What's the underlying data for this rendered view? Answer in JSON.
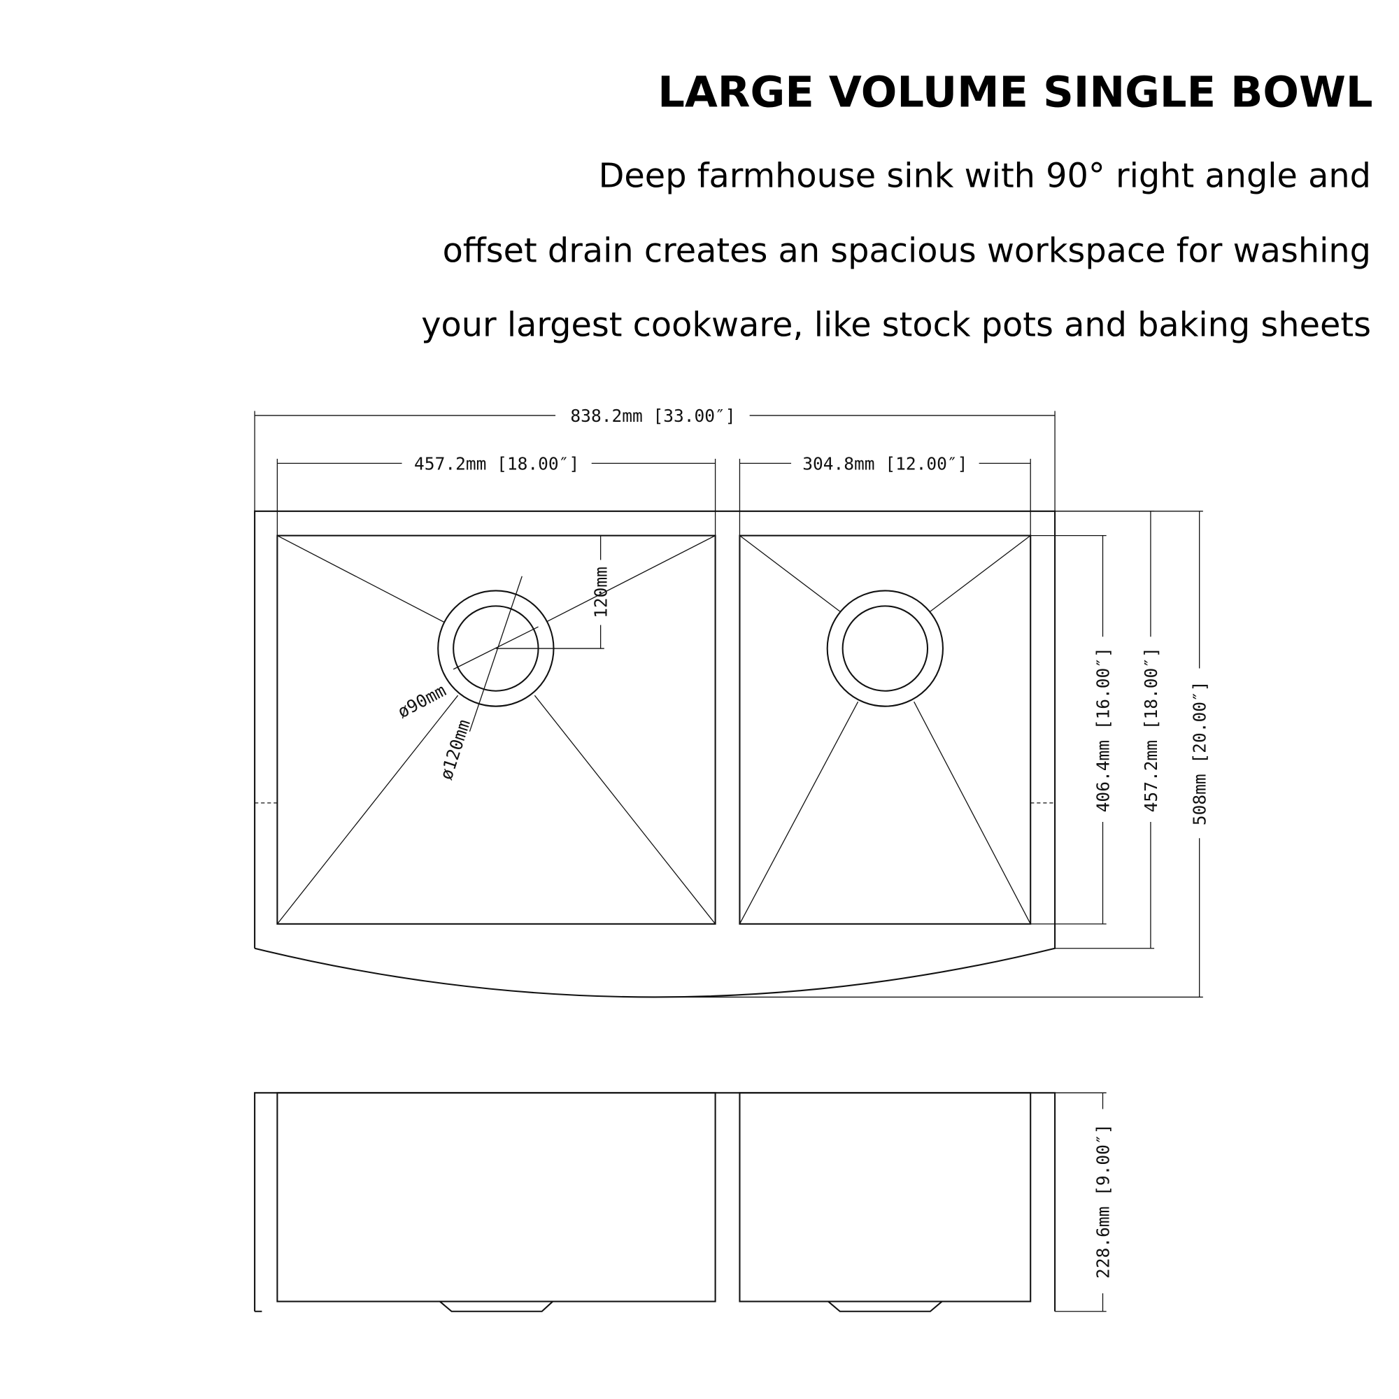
{
  "header": {
    "title": "LARGE VOLUME SINGLE BOWL",
    "description_lines": [
      "Deep farmhouse sink with 90° right angle and",
      "offset drain creates an spacious workspace for washing",
      "your largest cookware, like stock pots and baking sheets"
    ]
  },
  "dimensions": {
    "overall_width": "838.2mm [33.00″]",
    "left_bowl_width": "457.2mm [18.00″]",
    "right_bowl_width": "304.8mm [12.00″]",
    "bowl_depth_front_back": "406.4mm [16.00″]",
    "top_depth": "457.2mm [18.00″]",
    "overall_depth": "508mm [20.00″]",
    "drain_offset": "120mm",
    "drain_inner_diameter": "ø90mm",
    "drain_outer_diameter": "ø120mm",
    "bowl_height": "228.6mm [9.00″]"
  }
}
